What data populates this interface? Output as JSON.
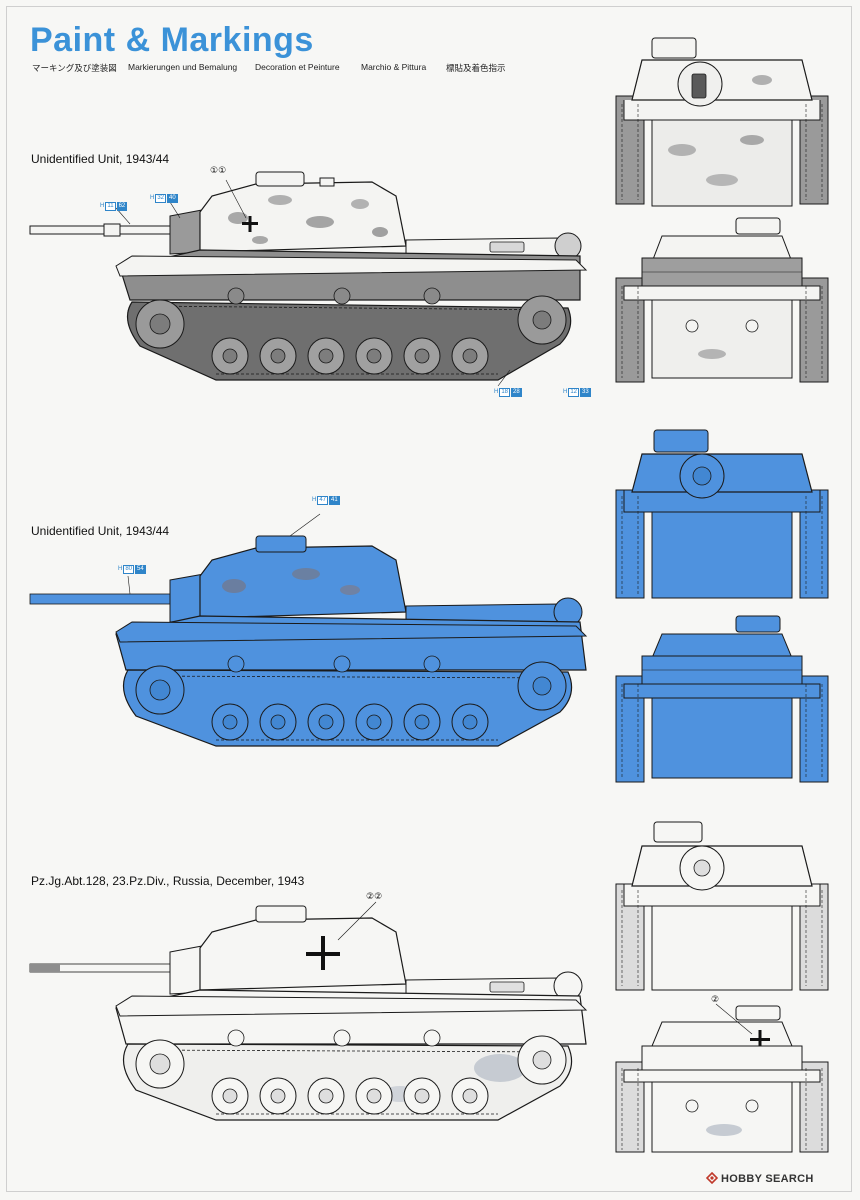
{
  "header": {
    "title": "Paint & Markings",
    "subtitles": [
      "マーキング及び塗装図",
      "Markierungen und Bemalung",
      "Decoration et Peinture",
      "Marchio & Pittura",
      "標貼及着色指示"
    ]
  },
  "schemes": [
    {
      "title": "Unidentified Unit, 1943/44",
      "callout": "①①",
      "decals": [
        {
          "code": "H",
          "part": "11",
          "num": "62"
        },
        {
          "code": "H",
          "part": "32",
          "num": "40"
        },
        {
          "code": "H",
          "part": "18",
          "num": "28"
        },
        {
          "code": "H",
          "part": "12",
          "num": "33"
        }
      ]
    },
    {
      "title": "Unidentified Unit, 1943/44",
      "callout": "",
      "decals": [
        {
          "code": "H",
          "part": "47",
          "num": "41"
        },
        {
          "code": "H",
          "part": "80",
          "num": "54"
        }
      ]
    },
    {
      "title": "Pz.Jg.Abt.128, 23.Pz.Div., Russia, December, 1943",
      "callout": "②②",
      "rear_callout": "②",
      "decals": []
    }
  ],
  "footer": {
    "brand": "HOBBY SEARCH"
  },
  "colors": {
    "title_blue": "#3b92d8",
    "scheme_blue": "#4f92de",
    "winter_white": "#f4f4f2",
    "hull_grey": "#8e8e8e",
    "line": "#1a1a1a",
    "decal_blue": "#2f85c9"
  },
  "icons": [
    "balkenkreuz-icon",
    "hobby-search-logo-icon"
  ]
}
